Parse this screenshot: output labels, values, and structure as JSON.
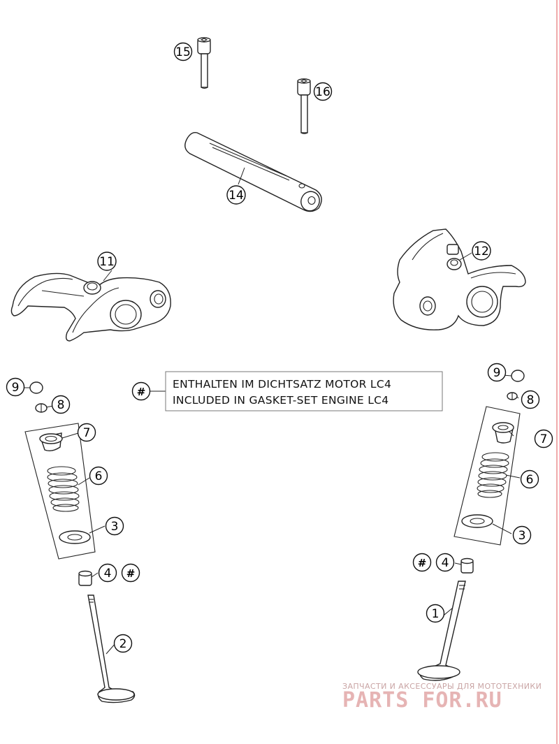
{
  "legend": {
    "symbol": "#",
    "line1": "ENTHALTEN IM DICHTSATZ MOTOR LC4",
    "line2": "INCLUDED IN GASKET-SET ENGINE LC4"
  },
  "callouts": [
    {
      "id": "callout-15",
      "text": "15"
    },
    {
      "id": "callout-16",
      "text": "16"
    },
    {
      "id": "callout-14",
      "text": "14"
    },
    {
      "id": "callout-11",
      "text": "11"
    },
    {
      "id": "callout-12",
      "text": "12"
    },
    {
      "id": "callout-9-left",
      "text": "9"
    },
    {
      "id": "callout-8-left",
      "text": "8"
    },
    {
      "id": "callout-7-left",
      "text": "7"
    },
    {
      "id": "callout-6-left",
      "text": "6"
    },
    {
      "id": "callout-3-left",
      "text": "3"
    },
    {
      "id": "callout-4-left",
      "text": "4"
    },
    {
      "id": "callout-hash-left",
      "text": "#"
    },
    {
      "id": "callout-2",
      "text": "2"
    },
    {
      "id": "callout-9-right",
      "text": "9"
    },
    {
      "id": "callout-8-right",
      "text": "8"
    },
    {
      "id": "callout-7-right",
      "text": "7"
    },
    {
      "id": "callout-6-right",
      "text": "6"
    },
    {
      "id": "callout-3-right",
      "text": "3"
    },
    {
      "id": "callout-hash-right",
      "text": "#"
    },
    {
      "id": "callout-4-right",
      "text": "4"
    },
    {
      "id": "callout-1",
      "text": "1"
    }
  ],
  "watermark": {
    "tagline": "ЗАПЧАСТИ И АКСЕССУАРЫ ДЛЯ МОТОТЕХНИКИ",
    "brand": "PARTS FOR.RU"
  },
  "colors": {
    "line": "#222222",
    "border_right": "#e57373",
    "watermark": "#e6b4b4"
  }
}
